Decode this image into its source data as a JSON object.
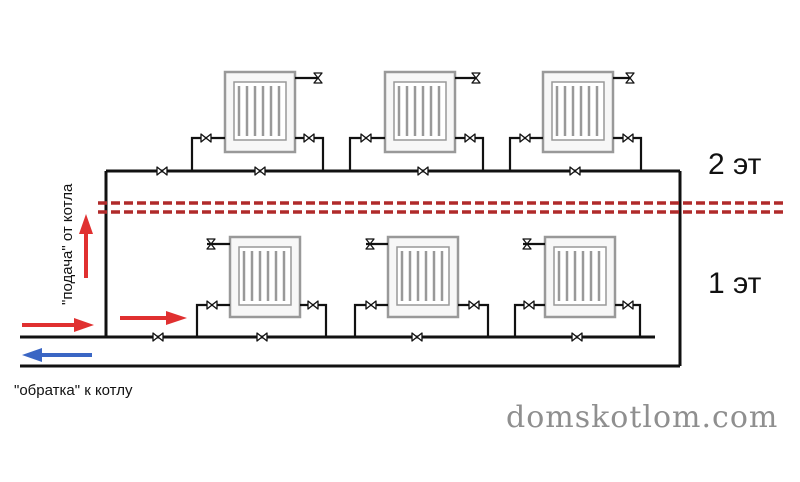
{
  "labels": {
    "floor_2": "2 эт",
    "floor_1": "1 эт",
    "supply": "\"подача\" от котла",
    "return": "\"обратка\" к котлу",
    "watermark": "domskotlom.com"
  },
  "colors": {
    "pipe": "#111111",
    "radiator": "#999999",
    "floor_divider": "#b02a2a",
    "supply_arrow": "#e03030",
    "return_arrow": "#3a66c4"
  },
  "floors": [
    {
      "level": 2,
      "radiator_count": 3
    },
    {
      "level": 1,
      "radiator_count": 3
    }
  ]
}
